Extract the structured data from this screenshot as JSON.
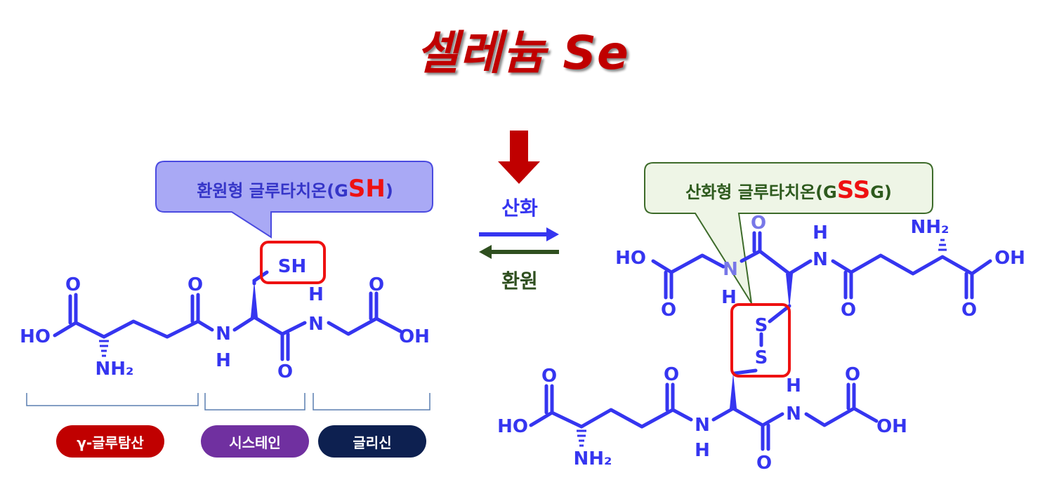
{
  "title": "셀레늄 Se",
  "reduced_label": {
    "prefix": "환원형 글루타치온(G",
    "highlight": "SH",
    "suffix": ")"
  },
  "oxidized_label": {
    "prefix": "산화형 글루타치온(G",
    "highlight": "SS",
    "suffix": "G)"
  },
  "arrow_labels": {
    "oxidation": "산화",
    "reduction": "환원"
  },
  "residues": [
    {
      "label": "γ-글루탐산",
      "color": "#c00000"
    },
    {
      "label": "시스테인",
      "color": "#7030a0"
    },
    {
      "label": "글리신",
      "color": "#0d2050"
    }
  ],
  "atoms": {
    "O": "O",
    "OH": "OH",
    "HO": "HO",
    "H": "H",
    "N": "N",
    "NH2": "NH₂",
    "SH": "SH",
    "S": "S"
  },
  "colors": {
    "molecule": "#3535f0",
    "highlight": "#ee1111",
    "title": "#c00000",
    "arrow_down": "#c00000",
    "arrow_right": "#3535f0",
    "arrow_left": "#2f4f1f"
  }
}
